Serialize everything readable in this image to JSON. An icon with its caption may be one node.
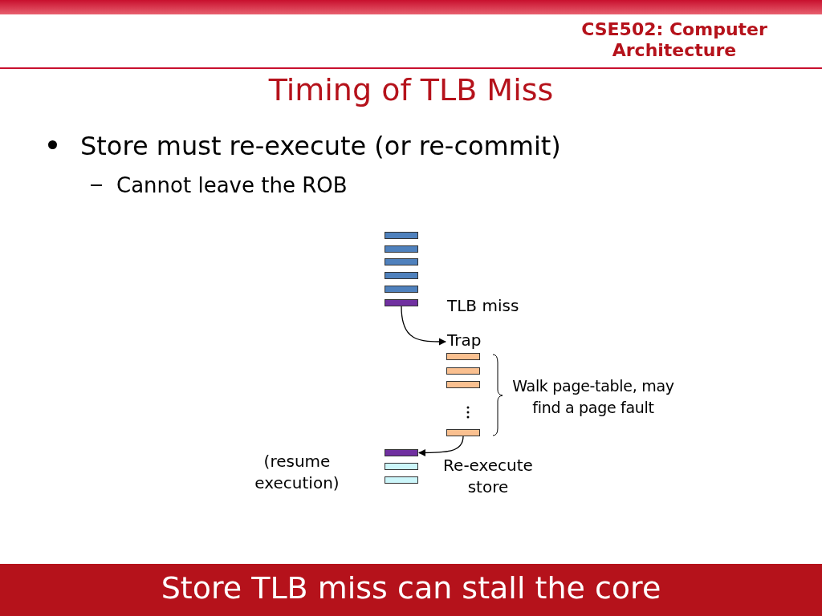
{
  "diagram": {
    "title": "Timing of TLB Miss",
    "caption": "Store TLB miss can stall the core",
    "nodes": [
      {
        "text": [],
        "shape": "bar"
      },
      {
        "text": [],
        "shape": "bar"
      },
      {
        "text": [],
        "shape": "bar"
      },
      {
        "text": [],
        "shape": "bar"
      },
      {
        "text": [],
        "shape": "bar"
      },
      {
        "text": [],
        "shape": "bar"
      },
      {
        "text": [
          "Trap"
        ]
      },
      {
        "text": [],
        "shape": "bar"
      },
      {
        "text": [],
        "shape": "bar"
      },
      {
        "text": [],
        "shape": "bar"
      },
      {
        "text": [],
        "shape": "bar"
      },
      {
        "text": [],
        "shape": "bar"
      },
      {
        "text": [],
        "shape": "bar"
      },
      {
        "text": [],
        "shape": "bar"
      }
    ],
    "edges": [
      {
        "from": 5,
        "to": 6,
        "arrow": "to"
      },
      {
        "from": 10,
        "to": 11,
        "arrow": "to"
      }
    ],
    "labels": [
      "CSE502: Computer Architecture",
      "Store must re-execute (or re-commit)",
      "Cannot leave the ROB",
      "TLB miss",
      "Walk page-table, may find a page fault",
      "(resume execution)",
      "Re-execute store"
    ]
  }
}
